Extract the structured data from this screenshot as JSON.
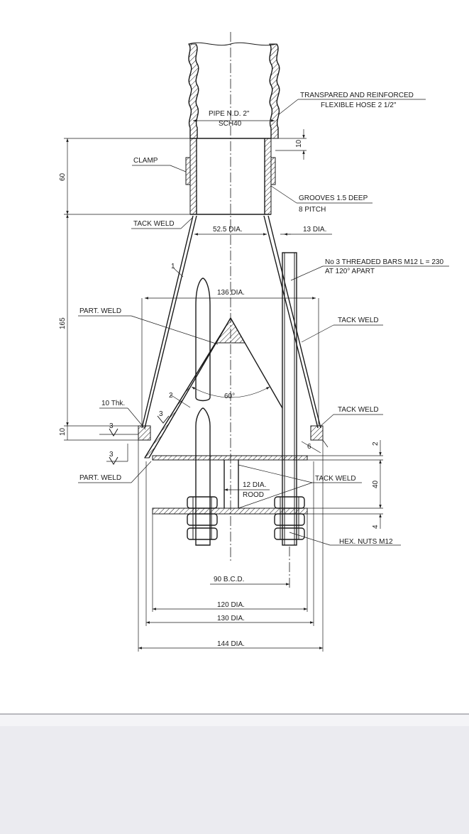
{
  "labels": {
    "hose": [
      "TRANSPARED AND REINFORCED",
      "FLEXIBLE HOSE 2 1/2\""
    ],
    "pipe": [
      "PIPE N.D. 2\"",
      "SCH40"
    ],
    "clamp": "CLAMP",
    "tack_weld_top": "TACK WELD",
    "grooves": [
      "GROOVES 1.5 DEEP",
      "8 PITCH"
    ],
    "pipe_dia": "52.5 DIA.",
    "bar_dia": "13 DIA.",
    "threaded_bars": [
      "No 3 THREADED BARS M12 L = 230",
      "AT 120° APART"
    ],
    "cone_dia": "136 DIA.",
    "part_weld_top": "PART. WELD",
    "tack_weld_right": "TACK WELD",
    "angle": "60°",
    "thk": "10 Thk.",
    "tack_weld_ring": "TACK WELD",
    "part_weld_bottom": "PART. WELD",
    "tack_weld_bottom": "TACK WELD",
    "rod": [
      "12 DIA.",
      "ROOD"
    ],
    "hex_nuts": "HEX. NUTS M12",
    "bcd": "90 B.C.D.",
    "dia_120": "120 DIA.",
    "dia_130": "130 DIA.",
    "dia_144": "144 DIA."
  },
  "dims": {
    "d60": "60",
    "d165": "165",
    "d10_left": "10",
    "d10_top": "10",
    "d2": "2",
    "d40": "40",
    "d4": "4"
  },
  "weld_sizes": {
    "w1": "1",
    "w2": "2",
    "w3a": "3",
    "w3b": "3",
    "w3c": "3",
    "w6": "6"
  }
}
